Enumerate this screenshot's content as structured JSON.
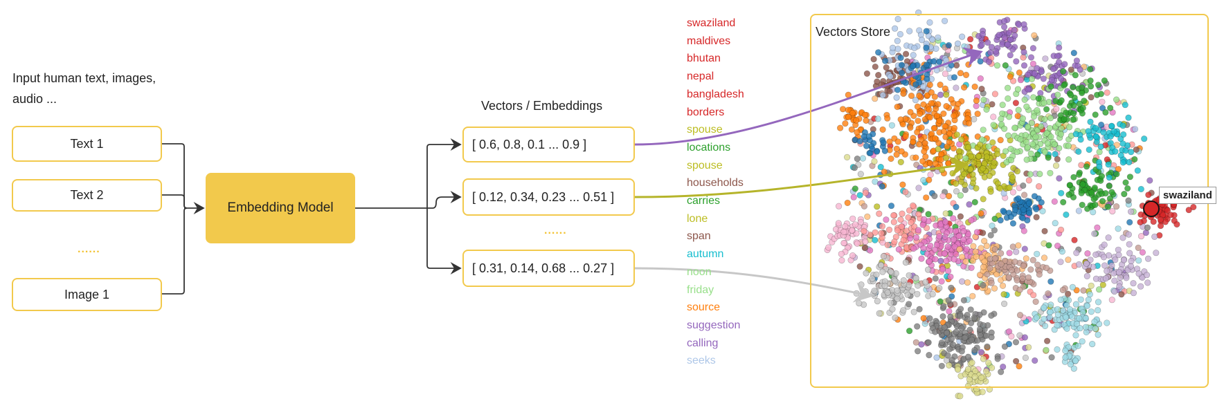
{
  "input_section": {
    "title_line1": "Input human text, images,",
    "title_line2": "audio ...",
    "items": [
      "Text 1",
      "Text 2",
      "Image 1"
    ],
    "ellipsis": "......"
  },
  "model": {
    "label": "Embedding Model"
  },
  "vectors_section": {
    "title": "Vectors / Embeddings",
    "vectors": [
      "[ 0.6, 0.8, 0.1 ... 0.9 ]",
      "[ 0.12, 0.34, 0.23 ... 0.51 ]",
      "[ 0.31, 0.14, 0.68 ... 0.27 ]"
    ],
    "ellipsis": "......",
    "arrow_colors": [
      "#9467bd",
      "#b5b42a",
      "#c7c7c7"
    ]
  },
  "word_list": [
    {
      "text": "swaziland",
      "color": "#d62728"
    },
    {
      "text": "maldives",
      "color": "#d62728"
    },
    {
      "text": "bhutan",
      "color": "#d62728"
    },
    {
      "text": "nepal",
      "color": "#d62728"
    },
    {
      "text": "bangladesh",
      "color": "#d62728"
    },
    {
      "text": "borders",
      "color": "#d62728"
    },
    {
      "text": "spouse",
      "color": "#bcbd22"
    },
    {
      "text": "locations",
      "color": "#2ca02c"
    },
    {
      "text": "spouse",
      "color": "#bcbd22"
    },
    {
      "text": "households",
      "color": "#8c564b"
    },
    {
      "text": "carries",
      "color": "#2ca02c"
    },
    {
      "text": "lone",
      "color": "#bcbd22"
    },
    {
      "text": "span",
      "color": "#8c564b"
    },
    {
      "text": "autumn",
      "color": "#17becf"
    },
    {
      "text": "noon",
      "color": "#98df8a"
    },
    {
      "text": "friday",
      "color": "#98df8a"
    },
    {
      "text": "source",
      "color": "#ff7f0e"
    },
    {
      "text": "suggestion",
      "color": "#9467bd"
    },
    {
      "text": "calling",
      "color": "#9467bd"
    },
    {
      "text": "seeks",
      "color": "#aec7e8"
    }
  ],
  "store": {
    "title": "Vectors Store",
    "highlight_label": "swaziland",
    "highlight_color": "#d62728"
  },
  "accent_color": "#f2c94c"
}
